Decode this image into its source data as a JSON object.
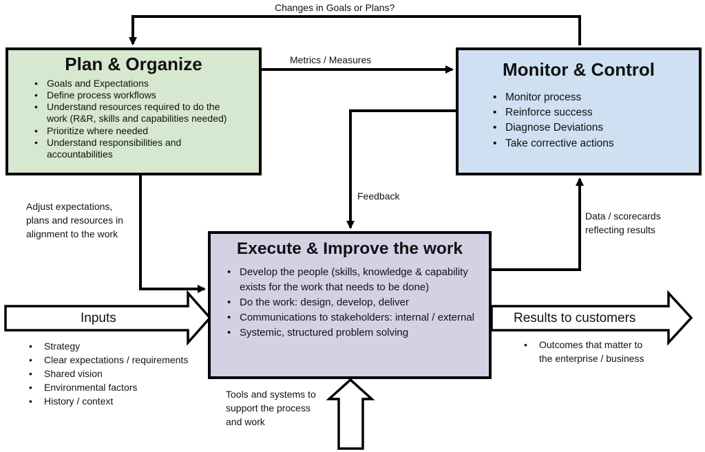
{
  "plan": {
    "title": "Plan & Organize",
    "items": [
      "Goals and Expectations",
      "Define process workflows",
      "Understand resources required to do the",
      "work (R&R, skills and capabilities needed)",
      "Prioritize where needed",
      "Understand responsibilities and",
      "accountabilities"
    ]
  },
  "monitor": {
    "title": "Monitor & Control",
    "items": [
      "Monitor process",
      "Reinforce success",
      "Diagnose Deviations",
      "Take corrective actions"
    ]
  },
  "execute": {
    "title": "Execute & Improve the work",
    "items": [
      "Develop the people (skills, knowledge & capability exists for the work that needs to be done)",
      "Do the work: design, develop, deliver",
      "Communications to stakeholders: internal / external",
      "Systemic, structured problem solving"
    ]
  },
  "labels": {
    "changes": "Changes in Goals or Plans?",
    "metrics": "Metrics / Measures",
    "feedback": "Feedback",
    "adjust": [
      "Adjust expectations,",
      "plans and resources in",
      "alignment to the work"
    ],
    "data": [
      "Data / scorecards",
      "reflecting results"
    ],
    "tools": [
      "Tools and systems to",
      "support the process",
      "and work"
    ],
    "inputs": "Inputs",
    "results": "Results to customers"
  },
  "inputs_list": [
    "Strategy",
    "Clear expectations / requirements",
    "Shared vision",
    "Environmental factors",
    "History / context"
  ],
  "results_list": [
    "Outcomes that matter to",
    "the enterprise / business"
  ],
  "colors": {
    "plan_fill": "#d6e8cf",
    "monitor_fill": "#cfe0f2",
    "execute_fill": "#d6d0e5",
    "line": "#000000"
  }
}
